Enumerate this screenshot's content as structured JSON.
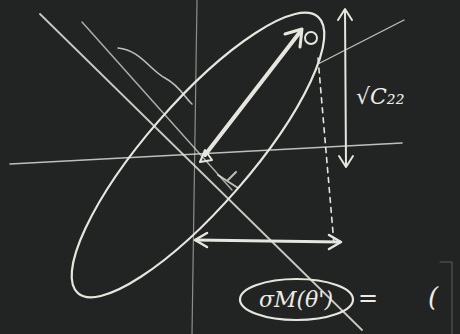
{
  "diagram": {
    "nodes": [
      {
        "text": [
          "σM(θ')"
        ]
      }
    ],
    "labels": [
      "√C₂₂",
      "=",
      "("
    ]
  }
}
